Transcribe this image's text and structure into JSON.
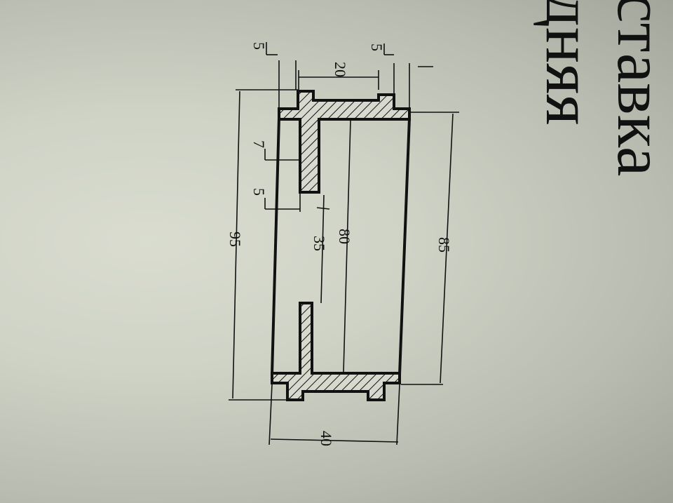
{
  "header": {
    "title_line1": "ставка",
    "title_line2": "дняя"
  },
  "dimensions": {
    "d5_top_right": "5",
    "d20": "20",
    "d5_top_left": "5",
    "d7": "7",
    "d5_mid": "5",
    "d35": "35",
    "d80": "80",
    "d85": "85",
    "d95": "95",
    "d40": "40"
  }
}
